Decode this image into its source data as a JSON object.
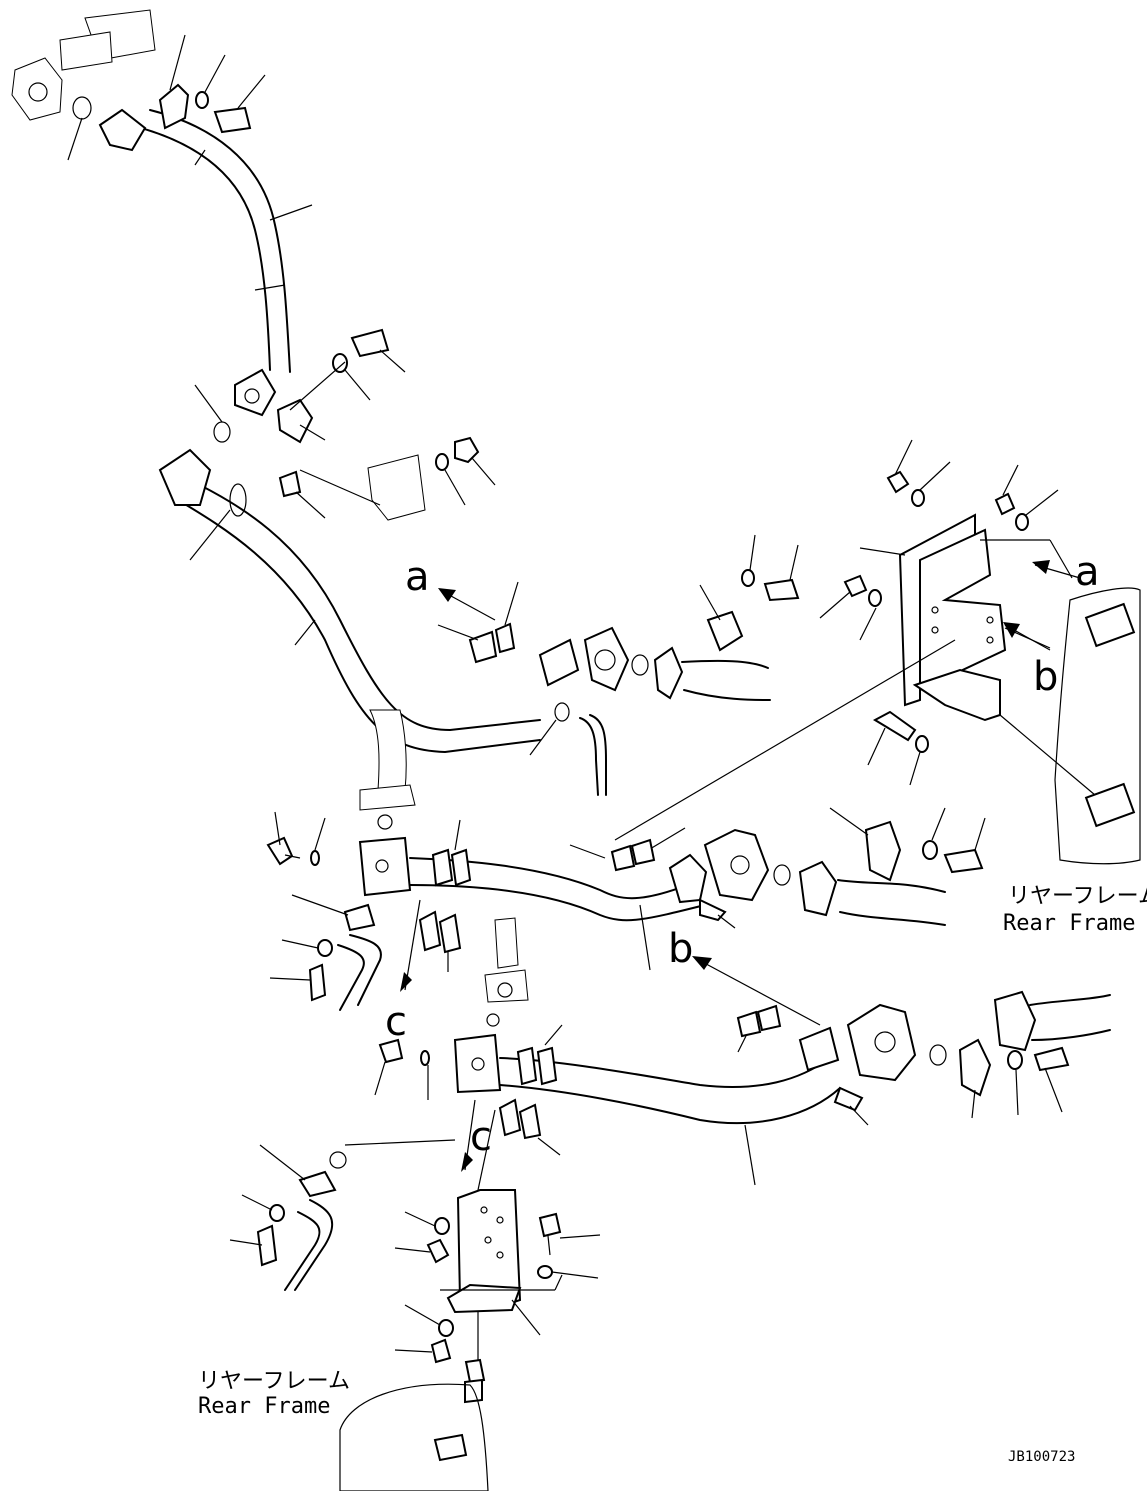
{
  "markers": {
    "a": "a",
    "b": "b",
    "c": "c"
  },
  "captions": {
    "rear_frame_jp": "リヤーフレーム",
    "rear_frame_en": "Rear Frame"
  },
  "drawing_code": "JB100723"
}
